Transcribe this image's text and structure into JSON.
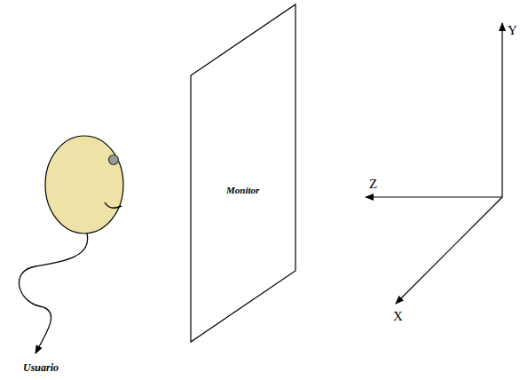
{
  "diagram": {
    "nodes": [
      {
        "text": [
          "Monitor"
        ]
      }
    ],
    "labels": [
      "Usuario",
      "Z",
      "Y",
      "X"
    ]
  }
}
